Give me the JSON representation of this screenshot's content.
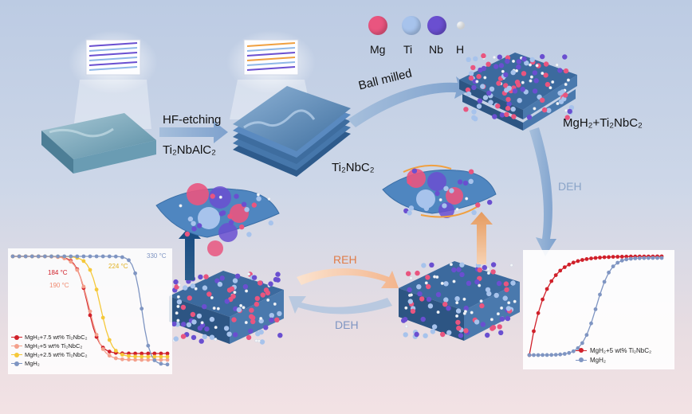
{
  "atom_legend": [
    {
      "symbol": "Mg",
      "color": "#e9557f"
    },
    {
      "symbol": "Ti",
      "color": "#a7c3ec"
    },
    {
      "symbol": "Nb",
      "color": "#6a4fd0"
    },
    {
      "symbol": "H",
      "color": "#f4f6f8"
    }
  ],
  "labels": {
    "hf_etching": "HF-etching",
    "max_phase": "Ti₂NbAlC₂",
    "mxene": "Ti₂NbC₂",
    "ball_milled": "Ball milled",
    "composite": "MgH₂+Ti₂NbC₂",
    "deh_right": "DEH",
    "reh": "REH",
    "deh_center": "DEH"
  },
  "tpd_panel": {
    "series": [
      {
        "name": "MgH₂+7.5 wt% Ti₂NbC₂",
        "color": "#d0202a"
      },
      {
        "name": "MgH₂+5 wt%  Ti₂NbC₂",
        "color": "#f4a08c"
      },
      {
        "name": "MgH₂+2.5 wt% Ti₂NbC₂",
        "color": "#f5c83a"
      },
      {
        "name": "MgH₂",
        "color": "#7f95c2"
      }
    ],
    "annotations": [
      {
        "text": "184 °C",
        "color": "#d0202a"
      },
      {
        "text": "190 °C",
        "color": "#f08a70"
      },
      {
        "text": "224 °C",
        "color": "#e0b020"
      },
      {
        "text": "330 °C",
        "color": "#7f95c2"
      }
    ]
  },
  "kinetics_panel": {
    "series": [
      {
        "name": "MgH₂+5 wt% Ti₂NbC₂",
        "color": "#d0202a"
      },
      {
        "name": "MgH₂",
        "color": "#7f95c2"
      }
    ]
  }
}
